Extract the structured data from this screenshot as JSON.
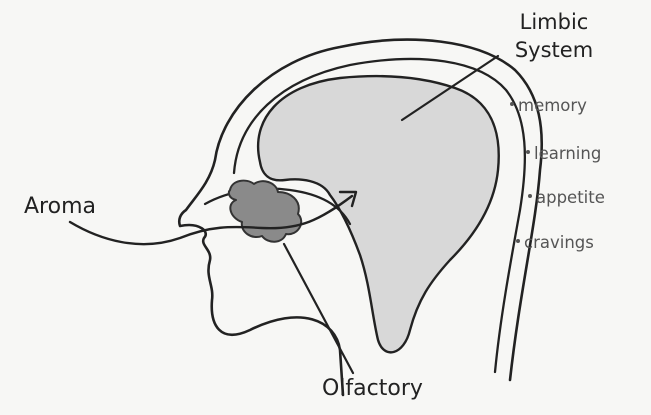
{
  "diagram": {
    "limbic_label_line1": "Limbic",
    "limbic_label_line2": "System",
    "aroma_label": "Aroma",
    "olfactory_label": "Olfactory",
    "functions": [
      "memory",
      "learning",
      "appetite",
      "cravings"
    ]
  }
}
